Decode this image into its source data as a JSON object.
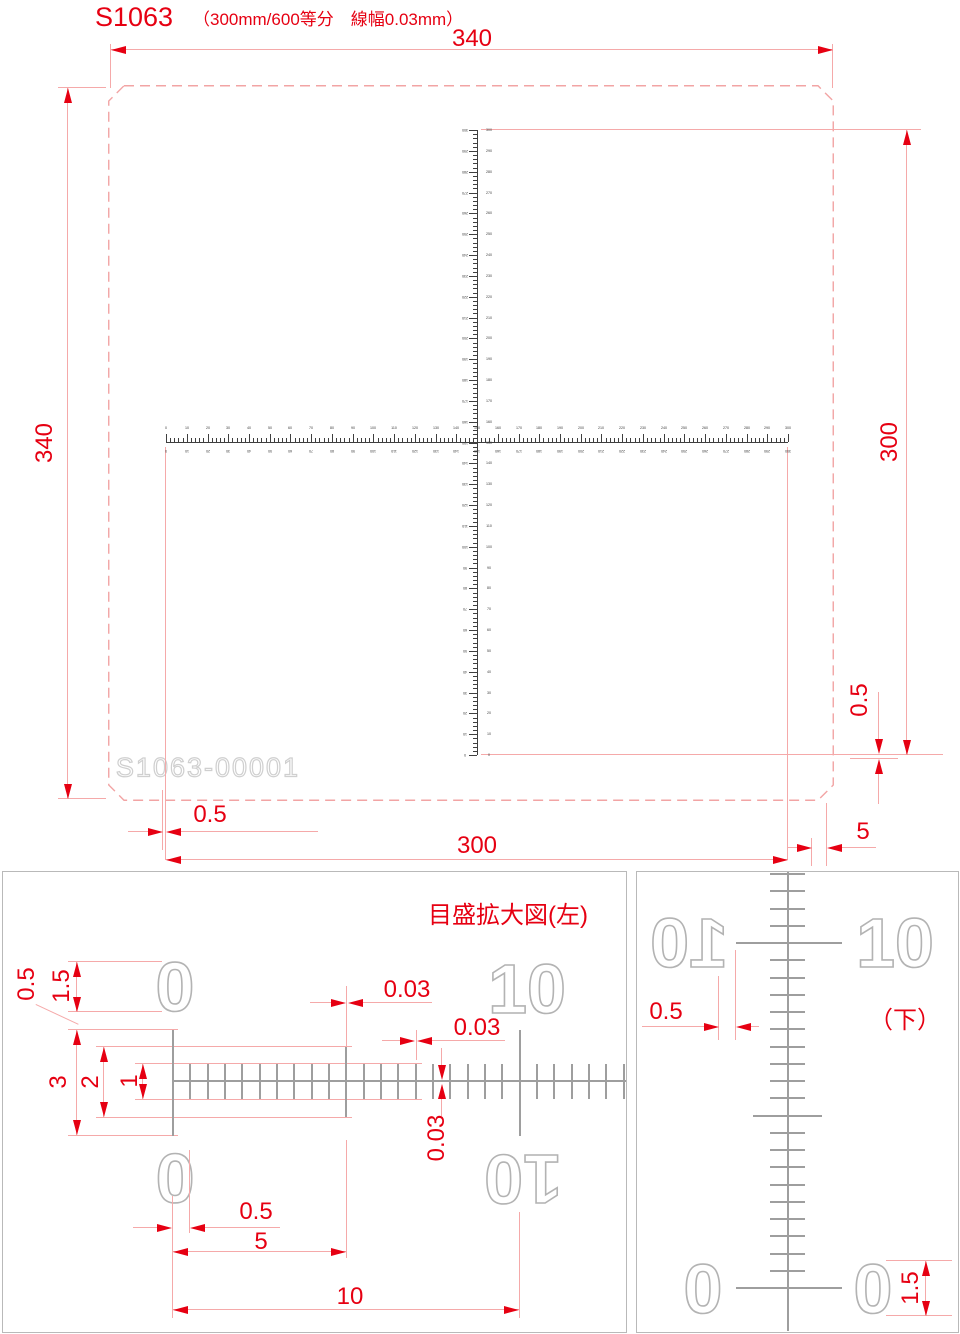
{
  "header": {
    "model": "S1063",
    "spec": "（300mm/600等分　線幅0.03mm）"
  },
  "watermark": "S1063-00001",
  "main": {
    "dim_top": "340",
    "dim_left": "340",
    "dim_right": "300",
    "dim_right_gap": "0.5",
    "dim_bottom_gap": "0.5",
    "dim_bottom": "300",
    "dim_bottom_right": "5",
    "h_scale": {
      "min": 0,
      "max": 300,
      "label_step": 10,
      "minor_step": 2
    },
    "v_scale": {
      "min": 0,
      "max": 300,
      "label_step": 10,
      "minor_step": 2
    }
  },
  "left_panel": {
    "title": "目盛拡大図(左)",
    "digits": {
      "top_left": "0",
      "top_right": "10",
      "bottom_left": "0",
      "bottom_right": "10"
    },
    "dims": {
      "number_offset": "0.5",
      "number_height": "1.5",
      "long_tick_len": "3",
      "medium_tick_len": "2",
      "short_tick_len": "1",
      "line_w_medium": "0.03",
      "line_w_short": "0.03",
      "line_w_base": "0.03",
      "first_division": "0.5",
      "five_mm": "5",
      "ten_mm": "10"
    },
    "scale": {
      "division_mm": 0.5,
      "ticks": 27,
      "long_at": [
        0,
        20
      ],
      "medium_at": [
        10
      ]
    }
  },
  "right_panel": {
    "label": "（下）",
    "digits": {
      "left_10": "10",
      "right_10": "10",
      "left_0": "0",
      "right_0": "0"
    },
    "dims": {
      "number_offset": "0.5",
      "number_height": "1.5"
    },
    "scale": {
      "division_mm": 0.5,
      "ticks": 25,
      "long_at": [
        0,
        20
      ],
      "medium_at": [
        10
      ]
    }
  },
  "colors": {
    "dimension_red": "#e60012",
    "extension_pink": "#f5a9a9",
    "scale_gray": "#9e9e9e",
    "ruler_dark": "#3f3f3f",
    "outline_gray": "#b3b3b3"
  }
}
